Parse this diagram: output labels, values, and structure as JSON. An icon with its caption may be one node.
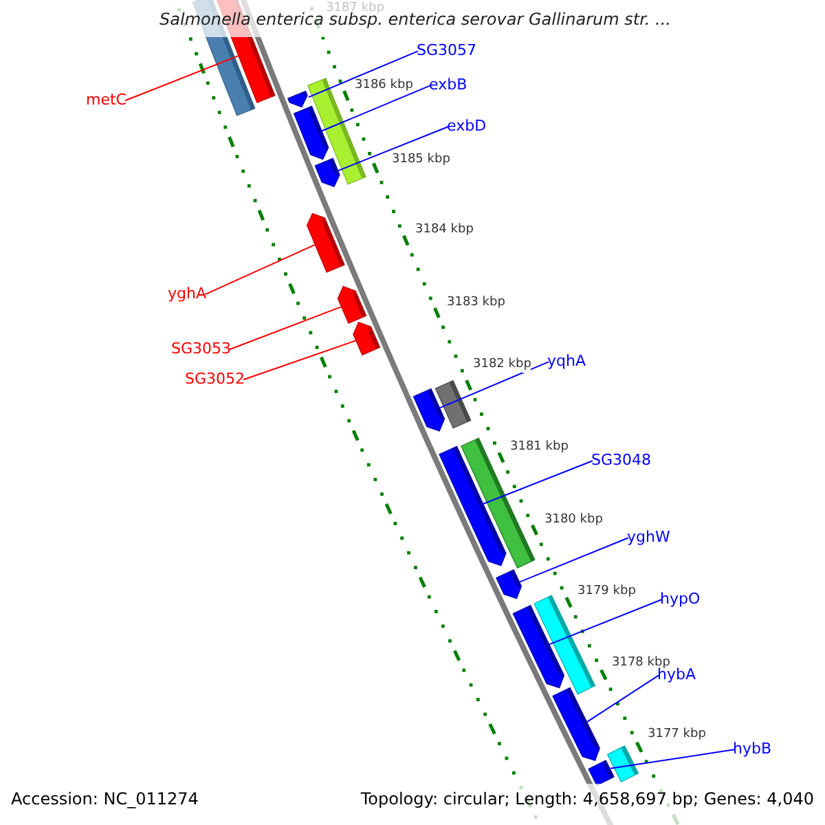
{
  "diagram": {
    "title": "Salmonella enterica subsp. enterica serovar Gallinarum str. ...",
    "nodes": [
      {
        "text": [
          "SG3057"
        ]
      },
      {
        "text": [
          "exbB"
        ]
      },
      {
        "text": [
          "metC"
        ]
      },
      {
        "text": [
          "exbD"
        ]
      },
      {
        "text": [
          "yghA"
        ]
      },
      {
        "text": [
          "SG3053"
        ]
      },
      {
        "text": [
          "yqhA"
        ]
      },
      {
        "text": [
          "SG3052"
        ]
      },
      {
        "text": [
          "SG3048"
        ]
      },
      {
        "text": [
          "yghW"
        ]
      },
      {
        "text": [
          "hypO"
        ]
      },
      {
        "text": [
          "hybA"
        ]
      },
      {
        "text": [
          "hybB"
        ]
      },
      {
        "text": [],
        "shape": "bar"
      },
      {
        "text": [],
        "shape": "bar"
      },
      {
        "text": [],
        "shape": "bar"
      },
      {
        "text": [],
        "shape": "bar"
      },
      {
        "text": [],
        "shape": "bar"
      },
      {
        "text": [],
        "shape": "bar"
      },
      {
        "text": [],
        "shape": "bar"
      },
      {
        "text": [],
        "shape": "bar"
      },
      {
        "text": [],
        "shape": "bar"
      },
      {
        "text": [],
        "shape": "bar"
      },
      {
        "text": [],
        "shape": "bar"
      },
      {
        "text": [],
        "shape": "bar"
      },
      {
        "text": [],
        "shape": "bar"
      }
    ],
    "edges": [
      {
        "from": 0,
        "to": 14,
        "arrow": "none"
      },
      {
        "from": 1,
        "to": 15,
        "arrow": "none"
      },
      {
        "from": 2,
        "to": 13,
        "arrow": "none",
        "color": "#ff0000"
      },
      {
        "from": 3,
        "to": 16,
        "arrow": "none"
      },
      {
        "from": 4,
        "to": 17,
        "arrow": "none",
        "color": "#ff0000"
      },
      {
        "from": 5,
        "to": 18,
        "arrow": "none",
        "color": "#ff0000"
      },
      {
        "from": 6,
        "to": 20,
        "arrow": "none"
      },
      {
        "from": 7,
        "to": 19,
        "arrow": "none",
        "color": "#ff0000"
      },
      {
        "from": 8,
        "to": 21,
        "arrow": "none"
      },
      {
        "from": 9,
        "to": 22,
        "arrow": "none"
      },
      {
        "from": 10,
        "to": 23,
        "arrow": "none"
      },
      {
        "from": 11,
        "to": 24,
        "arrow": "none"
      },
      {
        "from": 12,
        "to": 25,
        "arrow": "none"
      }
    ],
    "labels": [
      "3187 kbp",
      "3186 kbp",
      "3185 kbp",
      "3184 kbp",
      "3183 kbp",
      "3182 kbp",
      "3181 kbp",
      "3180 kbp",
      "3179 kbp",
      "3178 kbp",
      "3177 kbp",
      "Accession: NC_011274",
      "Topology: circular; Length: 4,658,697 bp; Genes: 4,040"
    ]
  }
}
